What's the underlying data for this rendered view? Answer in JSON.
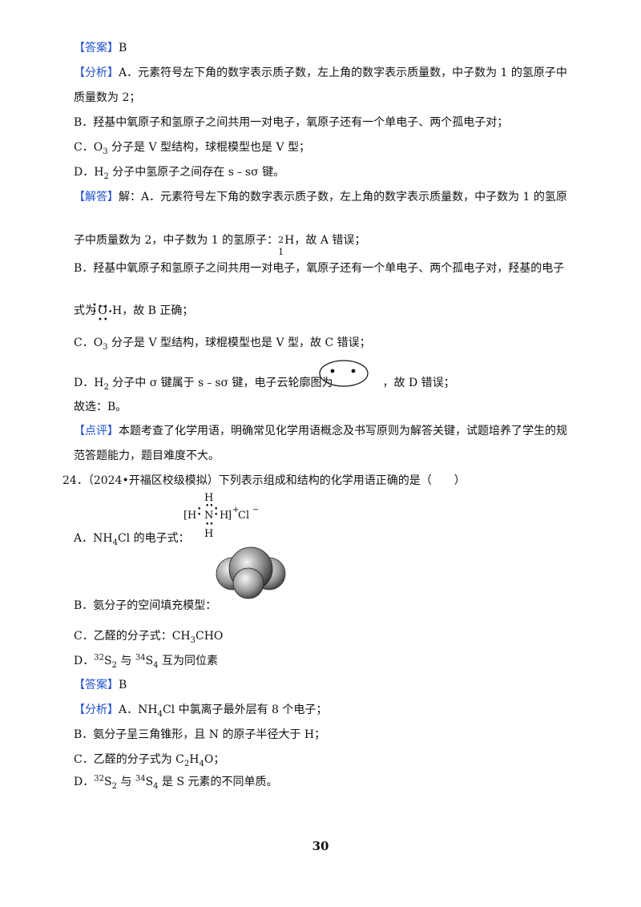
{
  "lines": {
    "ans1_tag": "【答案】",
    "ans1_val": "B",
    "ana1_tag": "【分析】",
    "ana1_a": "A．元素符号左下角的数字表示质子数，左上角的数字表示质量数，中子数为 1 的氢原子中",
    "ana1_a2": "质量数为 2；",
    "ana1_b": "B．羟基中氧原子和氢原子之间共用一对电子，氧原子还有一个单电子、两个孤电子对；",
    "ana1_c_pre": "C．O",
    "ana1_c_sub": "3",
    "ana1_c_post": " 分子是 V 型结构，球棍模型也是 V 型；",
    "ana1_d_pre": "D．H",
    "ana1_d_sub": "2",
    "ana1_d_post": " 分子中氢原子之间存在 s﹣sσ 键。",
    "sol1_tag": "【解答】",
    "sol1_a": "解：A．元素符号左下角的数字表示质子数，左上角的数字表示质量数，中子数为 1 的氢原",
    "sol1_a2_pre": "子中质量数为 2，中子数为 1 的氢原子：",
    "sol1_iso_top": "2",
    "sol1_iso_bot": "1",
    "sol1_iso_el": "H",
    "sol1_a2_post": "，故 A 错误；",
    "sol1_b": "B．羟基中氧原子和氢原子之间共用一对电子，氧原子还有一个单电子、两个孤电子对，羟基的电子",
    "sol1_b2_pre": "式为",
    "sol1_b2_o": "O",
    "sol1_b2_h": "H",
    "sol1_b2_post": "，故 B 正确；",
    "sol1_c_pre": "C．O",
    "sol1_c_sub": "3",
    "sol1_c_post": " 分子是 V 型结构，球棍模型也是 V 型，故 C 错误；",
    "sol1_d_pre": "D．H",
    "sol1_d_sub": "2",
    "sol1_d_mid": " 分子中 σ 键属于 s﹣sσ 键，电子云轮廓图为",
    "sol1_d_post": "，故 D 错误；",
    "sol1_choose": "故选：B。",
    "cmt1_tag": "【点评】",
    "cmt1_a": "本题考查了化学用语，明确常见化学用语概念及书写原则为解答关键，试题培养了学生的规",
    "cmt1_b": "范答题能力，题目难度不大。",
    "q24": "24．（2024•开福区校级模拟）下列表示组成和结构的化学用语正确的是（　　）",
    "q24_a_pre": "A．NH",
    "q24_a_sub": "4",
    "q24_a_post": "Cl 的电子式：",
    "q24_b": "B．氨分子的空间填充模型：",
    "q24_c_pre": "C．乙醛的分子式：CH",
    "q24_c_sub": "3",
    "q24_c_post": "CHO",
    "q24_d_pre": "D．",
    "q24_d_s1": "32",
    "q24_d_m1": "S",
    "q24_d_sub1": "2",
    "q24_d_m2": " 与 ",
    "q24_d_s2": "34",
    "q24_d_m3": "S",
    "q24_d_sub2": "4",
    "q24_d_post": " 互为同位素",
    "ans2_tag": "【答案】",
    "ans2_val": "B",
    "ana2_tag": "【分析】",
    "ana2_a_pre": "A．NH",
    "ana2_a_sub": "4",
    "ana2_a_post": "Cl 中氯离子最外层有 8 个电子；",
    "ana2_b": "B．氨分子呈三角锥形，且 N 的原子半径大于 H；",
    "ana2_c_pre": "C．乙醛的分子式为 C",
    "ana2_c_sub1": "2",
    "ana2_c_mid": "H",
    "ana2_c_sub2": "4",
    "ana2_c_post": "O；",
    "ana2_d_pre": "D．",
    "ana2_d_s1": "32",
    "ana2_d_m1": "S",
    "ana2_d_sub1": "2",
    "ana2_d_m2": " 与 ",
    "ana2_d_s2": "34",
    "ana2_d_m3": "S",
    "ana2_d_sub2": "4",
    "ana2_d_post": " 是 S 元素的不同单质。"
  },
  "nh4cl": {
    "top_h": "H",
    "bot_h": "H",
    "lb": "[",
    "left_h": "H",
    "center_n": "N",
    "right_h": "H",
    "rb": "]",
    "charge": "+",
    "cl": "Cl",
    "cl_charge": "−"
  },
  "page_number": "30"
}
